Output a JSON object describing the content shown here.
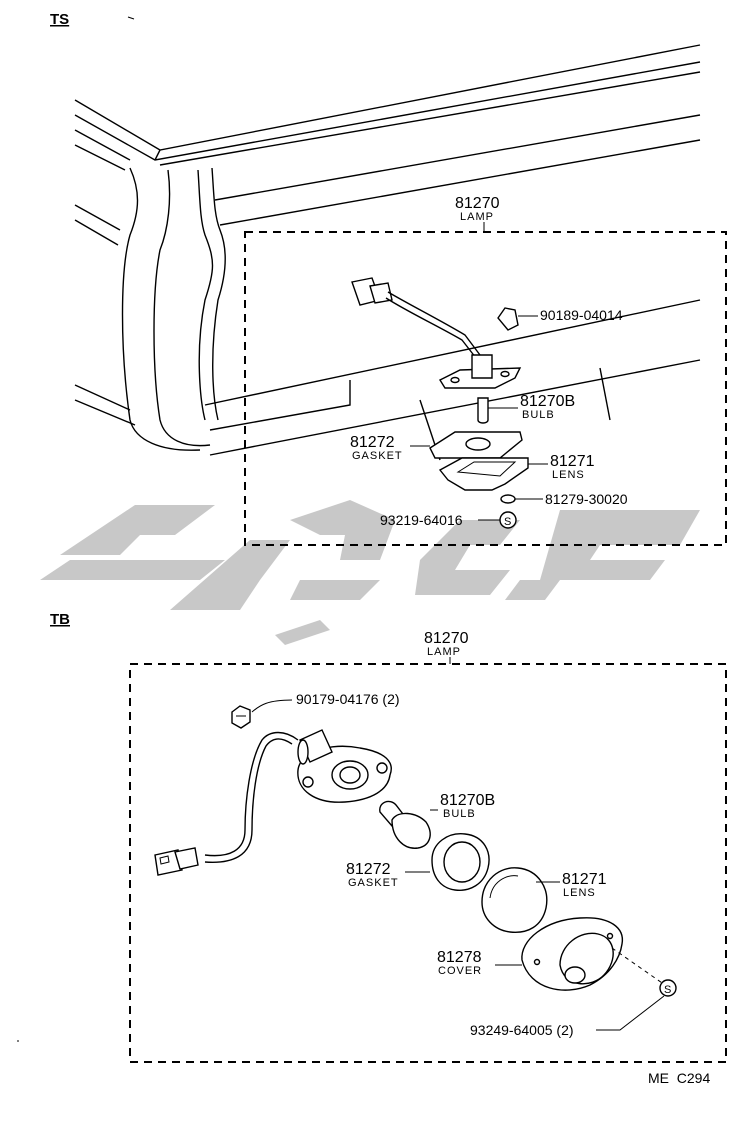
{
  "sections": {
    "ts": {
      "tag": "TS"
    },
    "tb": {
      "tag": "TB"
    }
  },
  "ts_labels": {
    "lamp_no": "81270",
    "lamp_name": "LAMP",
    "clip_no": "90189-04014",
    "bulb_no": "81270B",
    "bulb_name": "BULB",
    "gasket_no": "81272",
    "gasket_name": "GASKET",
    "lens_no": "81271",
    "lens_name": "LENS",
    "nut_no": "81279-30020",
    "screw_no": "93219-64016",
    "screw_mark": "S"
  },
  "tb_labels": {
    "lamp_no": "81270",
    "lamp_name": "LAMP",
    "bolt_no": "90179-04176 (2)",
    "bulb_no": "81270B",
    "bulb_name": "BULB",
    "gasket_no": "81272",
    "gasket_name": "GASKET",
    "lens_no": "81271",
    "lens_name": "LENS",
    "cover_no": "81278",
    "cover_name": "COVER",
    "screw_no": "93249-64005 (2)",
    "screw_mark": "S"
  },
  "footer": {
    "code": "ME  C294"
  },
  "colors": {
    "ink": "#000000",
    "watermark": "#c8c8c8",
    "paper": "#ffffff"
  }
}
